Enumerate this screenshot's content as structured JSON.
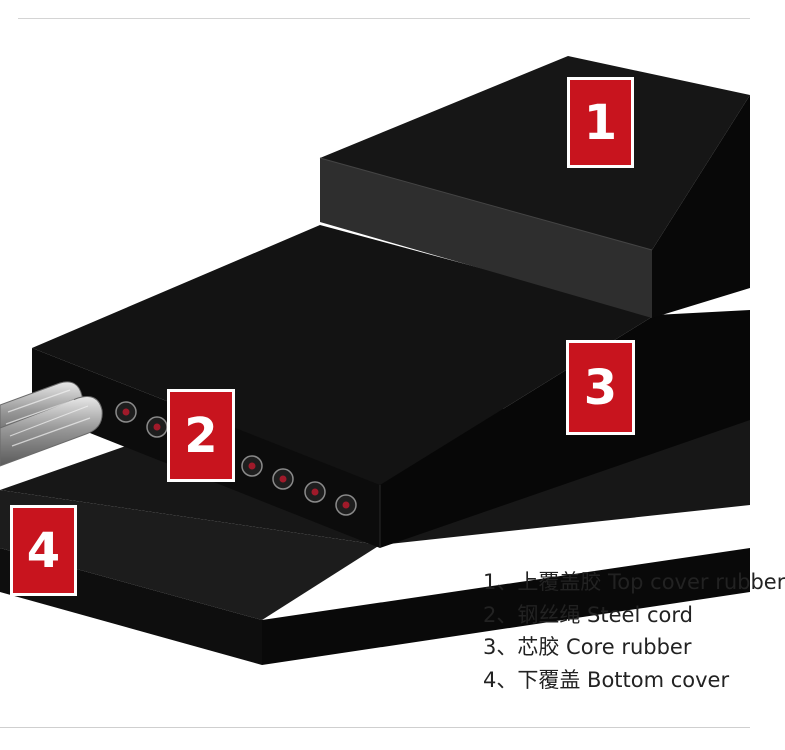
{
  "colors": {
    "badge": "#c8141e",
    "rubber": "#141414",
    "text": "#222222"
  },
  "badges": [
    {
      "id": "1",
      "label": "1"
    },
    {
      "id": "2",
      "label": "2"
    },
    {
      "id": "3",
      "label": "3"
    },
    {
      "id": "4",
      "label": "4"
    }
  ],
  "legend": [
    {
      "text": "1、上覆盖胶 Top cover rubber"
    },
    {
      "text": "2、钢丝绳 Steel cord"
    },
    {
      "text": "3、芯胶 Core rubber"
    },
    {
      "text": "4、下覆盖 Bottom cover"
    }
  ]
}
